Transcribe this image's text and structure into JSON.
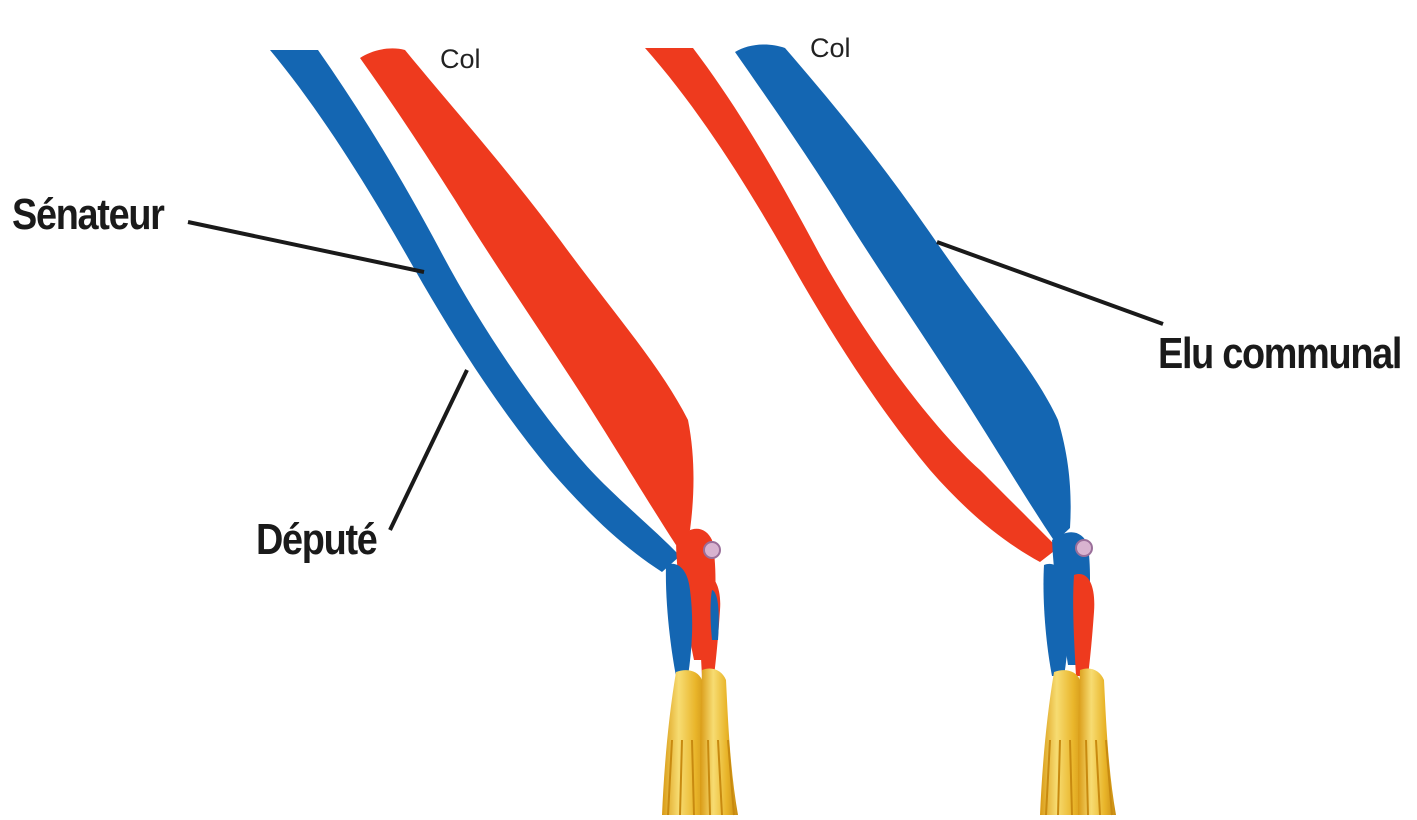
{
  "colors": {
    "blue": "#1466b2",
    "red": "#ee3a1e",
    "gold": "#f2cf5a",
    "gold_dark": "#d99a14",
    "leader": "#1a1a1a"
  },
  "left_sash": {
    "collar_label": "Col",
    "callouts": {
      "senateur": "Sénateur",
      "depute": "Député"
    }
  },
  "right_sash": {
    "collar_label": "Col",
    "callouts": {
      "elu": "Elu communal"
    }
  }
}
